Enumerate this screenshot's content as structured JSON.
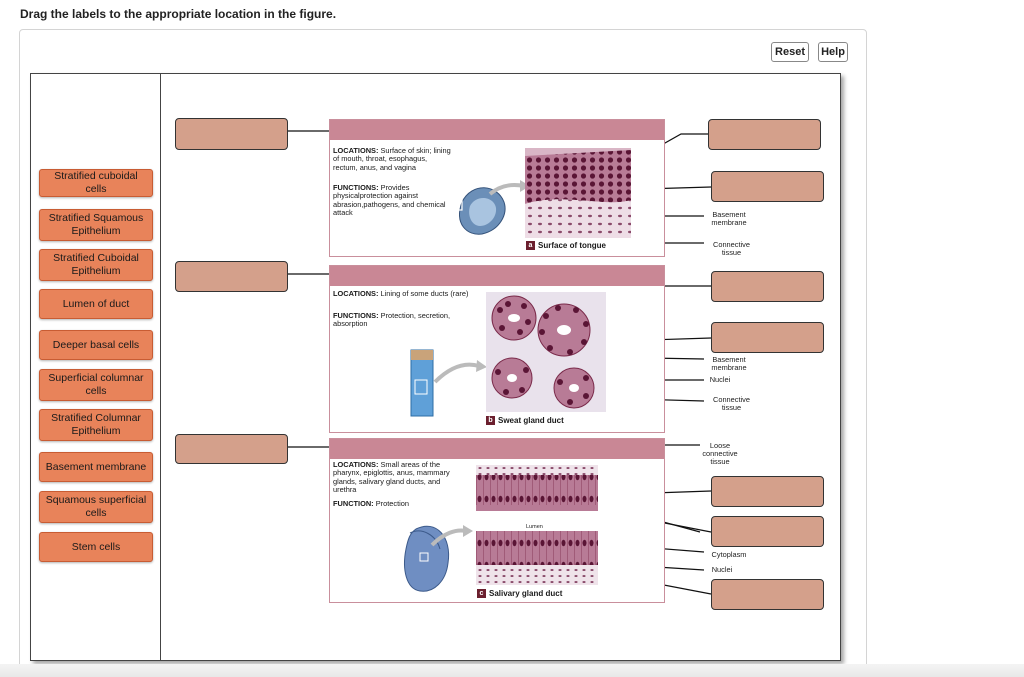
{
  "instruction": "Drag the labels to the appropriate location in the figure.",
  "toolbar": {
    "reset_label": "Reset",
    "help_label": "Help"
  },
  "label_bank": [
    "Stratified cuboidal cells",
    "Stratified Squamous Epithelium",
    "Stratified Cuboidal Epithelium",
    "Lumen of duct",
    "Deeper basal cells",
    "Superficial columnar cells",
    "Stratified Columnar Epithelium",
    "Basement membrane",
    "Squamous superficial cells",
    "Stem cells"
  ],
  "panels": {
    "a": {
      "locations_head": "LOCATIONS:",
      "locations_text": "Surface of skin; lining of mouth, throat, esophagus, rectum, anus, and vagina",
      "functions_head": "FUNCTIONS:",
      "functions_text": "Provides physicalprotection against abrasion,pathogens, and chemical attack",
      "tag": "a",
      "caption": "Surface of tongue",
      "labels": {
        "basement": "Basement membrane",
        "connective": "Connective tissue"
      }
    },
    "b": {
      "locations_head": "LOCATIONS:",
      "locations_text": "Lining of some ducts (rare)",
      "functions_head": "FUNCTIONS:",
      "functions_text": "Protection, secretion, absorption",
      "tag": "b",
      "caption": "Sweat gland duct",
      "labels": {
        "basement": "Basement membrane",
        "nuclei": "Nuclei",
        "connective": "Connective tissue"
      }
    },
    "c": {
      "locations_head": "LOCATIONS:",
      "locations_text": "Small areas of the pharynx, epiglottis, anus, mammary glands, salivary gland ducts, and urethra",
      "functions_head": "FUNCTION:",
      "functions_text": "Protection",
      "tag": "c",
      "caption": "Salivary gland duct",
      "lumen": "Lumen",
      "labels": {
        "loose": "Loose connective tissue",
        "cytoplasm": "Cytoplasm",
        "nuclei": "Nuclei"
      }
    }
  },
  "colors": {
    "chip": "#e8835a",
    "drop_zone": "#d4a08b",
    "panel_bar": "#c98795",
    "tissue": "#7a2a4a"
  }
}
